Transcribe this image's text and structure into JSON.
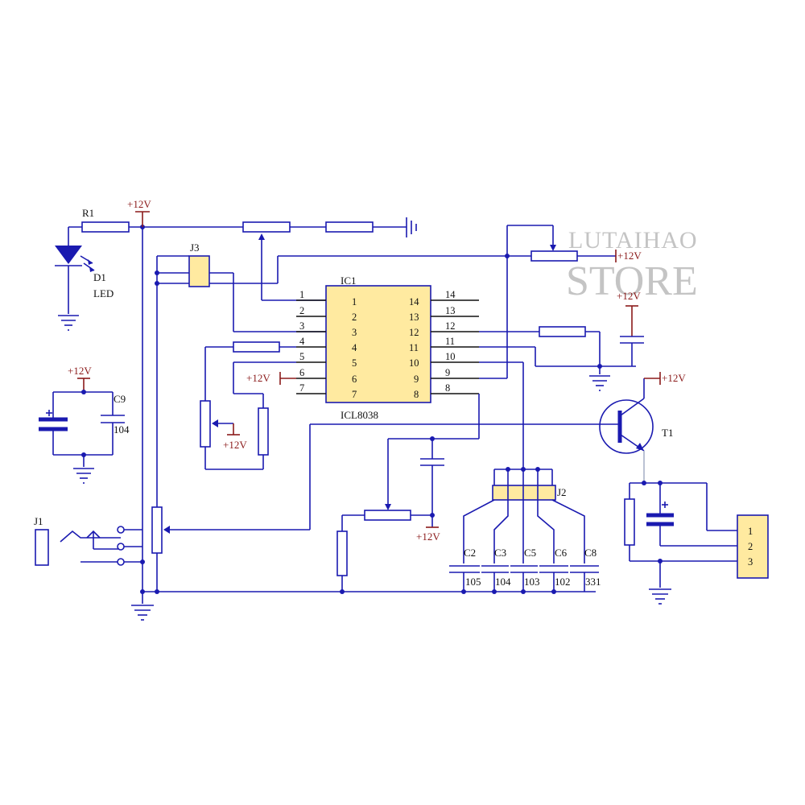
{
  "watermark": {
    "line1": "LUTAIHAO",
    "line2": "STORE"
  },
  "ic": {
    "ref": "IC1",
    "part": "ICL8038",
    "left_pins": [
      "1",
      "2",
      "3",
      "4",
      "5",
      "6",
      "7"
    ],
    "right_pins": [
      "14",
      "13",
      "12",
      "11",
      "10",
      "9",
      "8"
    ],
    "left_outer_pins": [
      "1",
      "2",
      "3",
      "4",
      "5",
      "6",
      "7"
    ],
    "right_outer_pins": [
      "14",
      "13",
      "12",
      "11",
      "10",
      "9",
      "8"
    ]
  },
  "labels": {
    "r1": "R1",
    "d1": "D1",
    "led": "LED",
    "j3": "J3",
    "c9": "C9",
    "c9_value": "104",
    "j1": "J1",
    "t1": "T1",
    "j2": "J2",
    "c2": "C2",
    "c3": "C3",
    "c5": "C5",
    "c6": "C6",
    "c8": "C8",
    "c2_value": "105",
    "c3_value": "104",
    "c5_value": "103",
    "c6_value": "102",
    "c8_value": "331"
  },
  "supply": {
    "vcc": "+12V"
  },
  "output_connector": {
    "pins": [
      "1",
      "2",
      "3"
    ]
  },
  "colors": {
    "wire": "#1a1ab0",
    "supply": "#8b1a1a",
    "ground": "#1a1ab0",
    "component_fill": "#ffeaa0",
    "watermark": "#c4c4c4"
  }
}
